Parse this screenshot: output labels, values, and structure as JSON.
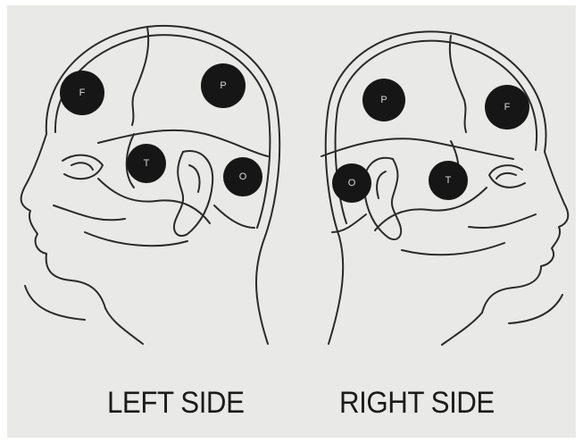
{
  "labels": {
    "left": "LEFT SIDE",
    "right": "RIGHT SIDE"
  },
  "left_head_electrodes": [
    "F",
    "P",
    "T",
    "O"
  ],
  "right_head_electrodes": [
    "P",
    "F",
    "O",
    "T"
  ],
  "colors": {
    "background": "#e9e9e7",
    "ink": "#1b1b1b",
    "electrode": "#161616"
  }
}
